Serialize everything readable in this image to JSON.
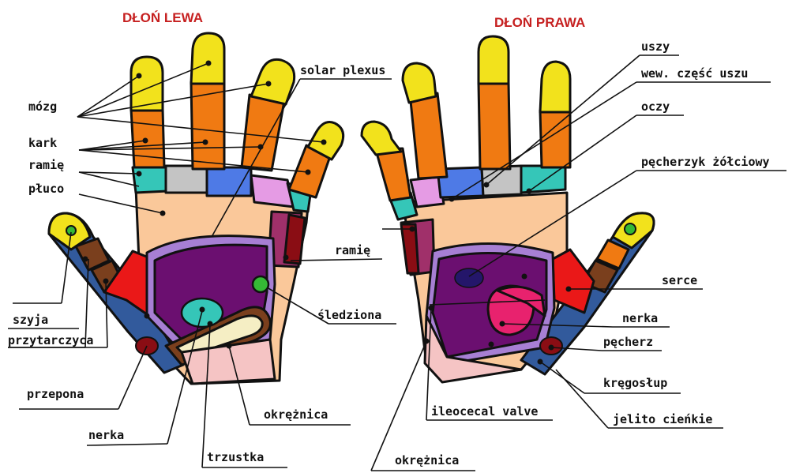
{
  "titles": {
    "left": "DŁOŃ LEWA",
    "right": "DŁOŃ PRAWA"
  },
  "labels": {
    "mozg": "mózg",
    "kark": "kark",
    "ramie": "ramię",
    "pluco": "płuco",
    "solar_plexus": "solar plexus",
    "ramie2": "ramię",
    "sledziona": "śledziona",
    "szyja": "szyja",
    "przytarczyca": "przytarczyca",
    "przepona": "przepona",
    "nerka": "nerka",
    "trzustka": "trzustka",
    "okreznica_left": "okrężnica",
    "uszy": "uszy",
    "wew_czesc_uszu": "wew. część uszu",
    "oczy": "oczy",
    "pecherzyk": "pęcherzyk żółciowy",
    "serce": "serce",
    "nerka_right": "nerka",
    "pecherz": "pęcherz",
    "kregoslup": "kręgosłup",
    "jelito": "jelito cieńkie",
    "ileocecal": "ileocecal valve",
    "okreznica_right": "okrężnica"
  },
  "colors": {
    "title": "#c62020",
    "yellow": "#f2e21c",
    "orange": "#f07a12",
    "skin": "#fac89a",
    "pink": "#f5c4c4",
    "cyan": "#35c6b8",
    "gray": "#c4c4c4",
    "blue": "#4e7ae6",
    "lavender": "#e59be4",
    "purple": "#6b0f70",
    "lilac": "#a77fd4",
    "darkblue": "#325a9c",
    "brown": "#7a3f1d",
    "red": "#ea1818",
    "maroon": "#8a0d14",
    "green": "#35b835",
    "magenta": "#e8226e"
  }
}
